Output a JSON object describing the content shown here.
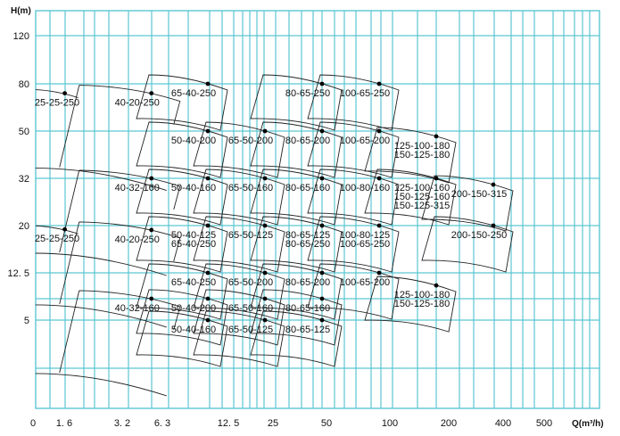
{
  "chart_data": {
    "type": "scatter",
    "title": "",
    "xlabel": "Q(m³/h)",
    "ylabel": "H(m)",
    "x_ticks": [
      "0",
      "1. 6",
      "3. 2",
      "6. 3",
      "12. 5",
      "25",
      "50",
      "100",
      "200",
      "400",
      "500"
    ],
    "y_ticks": [
      "120",
      "80",
      "50",
      "32",
      "20",
      "12. 5",
      "5"
    ],
    "x_scale": "log",
    "grid": true,
    "colors": {
      "grid": "#5cc6d2",
      "curve": "#222222",
      "point": "#000000"
    },
    "pumps": [
      {
        "labels": [
          "25-25-250"
        ],
        "q": 2.2,
        "h": 74,
        "shape": "edge"
      },
      {
        "labels": [
          "40-20-250"
        ],
        "q": 6.3,
        "h": 74,
        "shape": "wide"
      },
      {
        "labels": [
          "65-40-250"
        ],
        "q": 12.5,
        "h": 80
      },
      {
        "labels": [
          "80-65-250"
        ],
        "q": 50,
        "h": 80
      },
      {
        "labels": [
          "100-65-250"
        ],
        "q": 100,
        "h": 80
      },
      {
        "labels": [
          "50-40-200"
        ],
        "q": 12.5,
        "h": 50
      },
      {
        "labels": [
          "65-50-200"
        ],
        "q": 25,
        "h": 50
      },
      {
        "labels": [
          "80-65-200"
        ],
        "q": 50,
        "h": 50
      },
      {
        "labels": [
          "100-65-200"
        ],
        "q": 100,
        "h": 50
      },
      {
        "labels": [
          "125-100-180",
          "150-125-180"
        ],
        "q": 200,
        "h": 48
      },
      {
        "labels": [
          "40-32-160"
        ],
        "q": 6.3,
        "h": 32,
        "shape": "wide"
      },
      {
        "labels": [
          "50-40-160"
        ],
        "q": 12.5,
        "h": 32
      },
      {
        "labels": [
          "65-50-160"
        ],
        "q": 25,
        "h": 32
      },
      {
        "labels": [
          "80-65-160"
        ],
        "q": 50,
        "h": 32
      },
      {
        "labels": [
          "100-80-160"
        ],
        "q": 100,
        "h": 32
      },
      {
        "labels": [
          "125-100-160",
          "150-125-160",
          "150-125-315"
        ],
        "q": 200,
        "h": 32
      },
      {
        "labels": [
          "200-150-315"
        ],
        "q": 400,
        "h": 30.4
      },
      {
        "labels": [
          "25-25-250"
        ],
        "q": 2.2,
        "h": 19.4,
        "shape": "edge"
      },
      {
        "labels": [
          "40-20-250"
        ],
        "q": 6.3,
        "h": 19.3,
        "shape": "wide"
      },
      {
        "labels": [
          "50-40-125",
          "65-40-250"
        ],
        "q": 12.5,
        "h": 20
      },
      {
        "labels": [
          "65-50-125"
        ],
        "q": 25,
        "h": 20
      },
      {
        "labels": [
          "80-65-125",
          "80-65-250"
        ],
        "q": 50,
        "h": 20
      },
      {
        "labels": [
          "100-80-125",
          "100-65-250"
        ],
        "q": 100,
        "h": 20
      },
      {
        "labels": [
          "200-150-250"
        ],
        "q": 400,
        "h": 20
      },
      {
        "labels": [
          "65-40-250"
        ],
        "q": 12.5,
        "h": 12.5
      },
      {
        "labels": [
          "65-50-200"
        ],
        "q": 25,
        "h": 12.5
      },
      {
        "labels": [
          "80-65-200"
        ],
        "q": 50,
        "h": 12.5
      },
      {
        "labels": [
          "100-65-200"
        ],
        "q": 100,
        "h": 12.5
      },
      {
        "labels": [
          "125-100-180",
          "150-125-180"
        ],
        "q": 200,
        "h": 10.5
      },
      {
        "labels": [
          "40-32-160"
        ],
        "q": 6.3,
        "h": 8.4,
        "shape": "wide"
      },
      {
        "labels": [
          "50-40-200"
        ],
        "q": 12.5,
        "h": 8.4
      },
      {
        "labels": [
          "65-50-160"
        ],
        "q": 25,
        "h": 8.4
      },
      {
        "labels": [
          "80-65-160"
        ],
        "q": 50,
        "h": 8.4
      },
      {
        "labels": [
          "50-40-160"
        ],
        "q": 12.5,
        "h": 5
      },
      {
        "labels": [
          "65-50-125"
        ],
        "q": 25,
        "h": 5
      },
      {
        "labels": [
          "80-65-125"
        ],
        "q": 50,
        "h": 5
      }
    ]
  }
}
